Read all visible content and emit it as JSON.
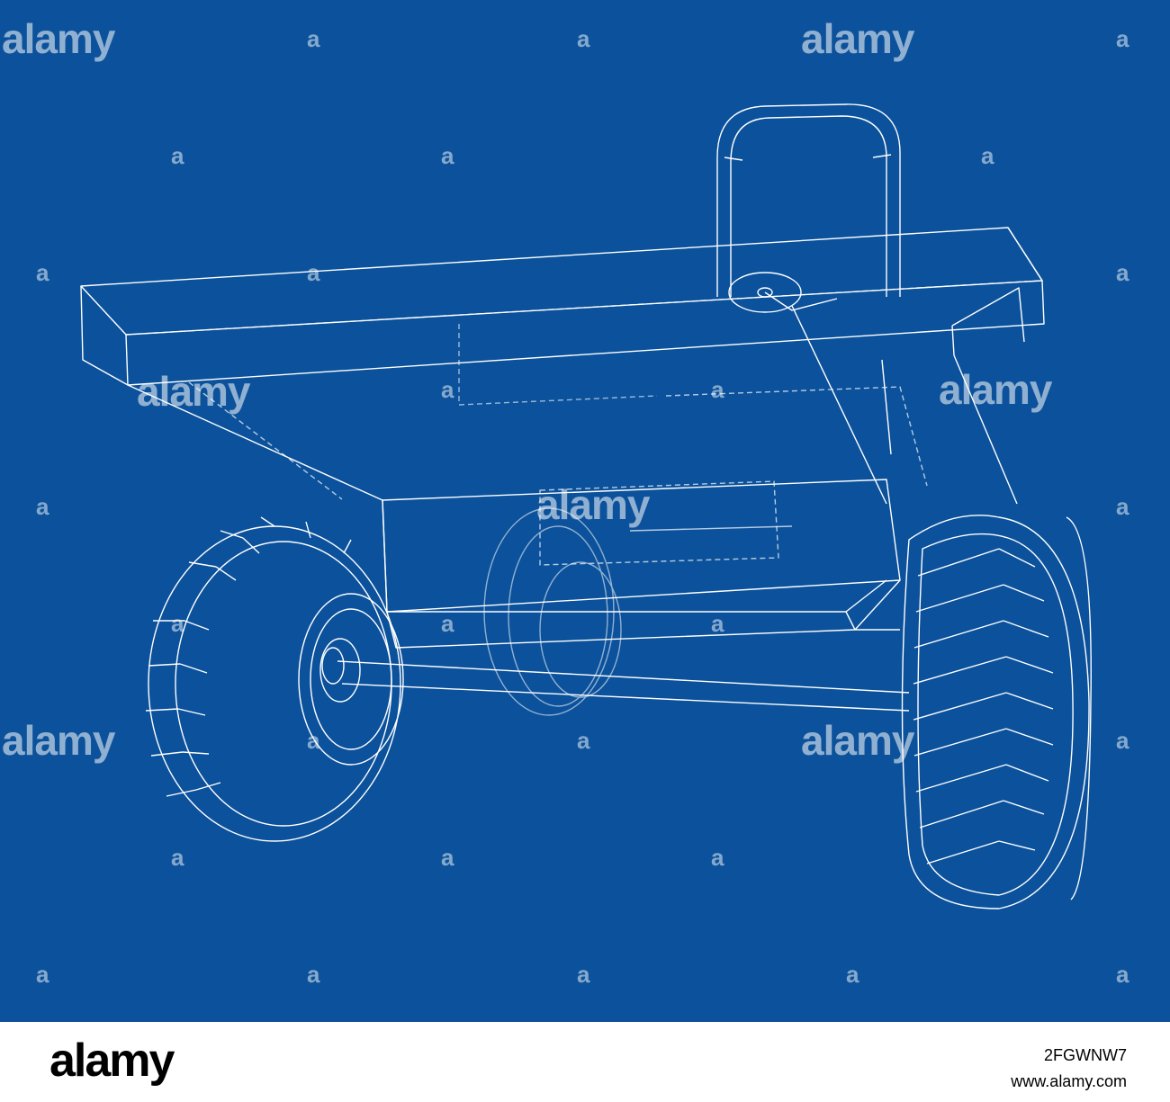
{
  "image": {
    "subject": "dumper-wireframe",
    "background_color": "#0b519b",
    "line_color": "#ffffff"
  },
  "watermark": {
    "brand": "alamy",
    "letter": "a"
  },
  "footer": {
    "logo": "alamy",
    "image_id": "2FGWNW7",
    "url": "www.alamy.com"
  }
}
